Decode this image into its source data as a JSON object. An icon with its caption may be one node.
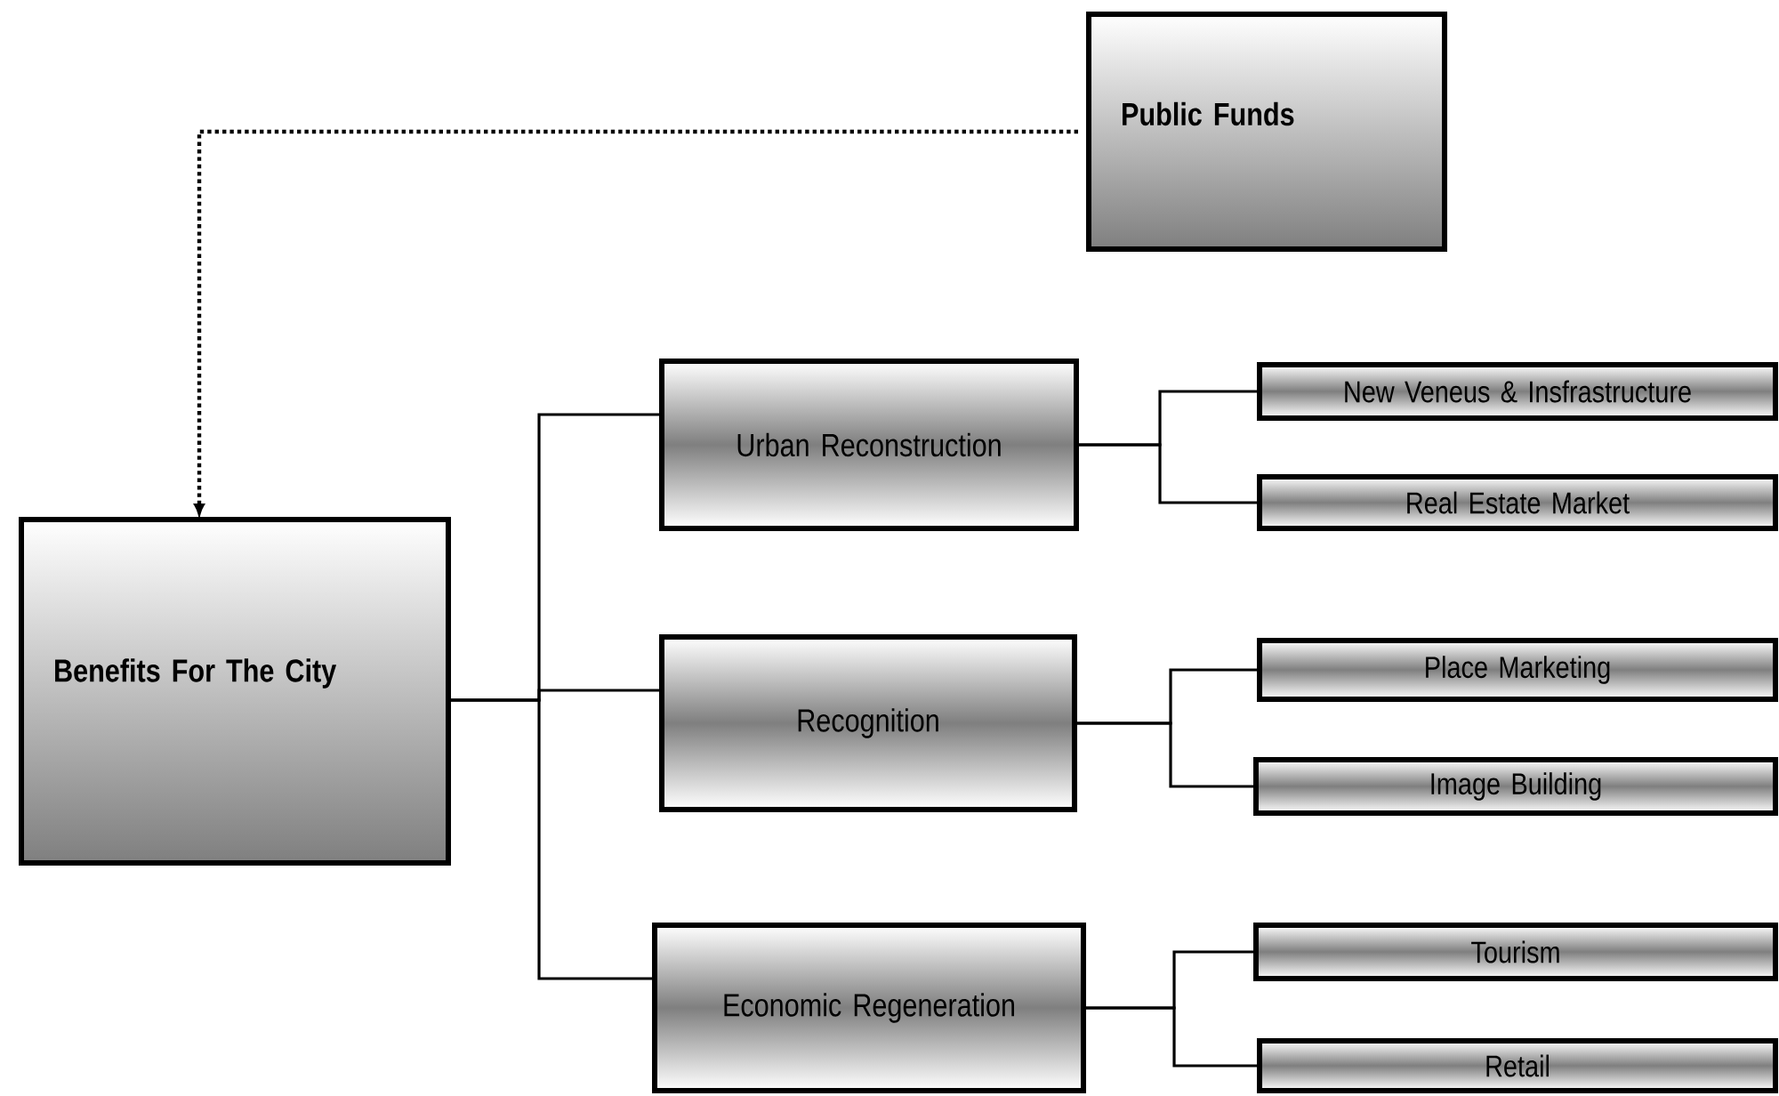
{
  "diagram": {
    "nodes": [
      {
        "text": [
          "Public Funds"
        ]
      },
      {
        "text": [
          "Benefits For The City"
        ]
      },
      {
        "text": [
          "Urban Reconstruction"
        ]
      },
      {
        "text": [
          "Recognition"
        ]
      },
      {
        "text": [
          "Economic Regeneration"
        ]
      },
      {
        "text": [
          "New Veneus & Insfrastructure"
        ]
      },
      {
        "text": [
          "Real Estate Market"
        ]
      },
      {
        "text": [
          "Place Marketing"
        ]
      },
      {
        "text": [
          "Image Building"
        ]
      },
      {
        "text": [
          "Tourism"
        ]
      },
      {
        "text": [
          "Retail"
        ]
      }
    ],
    "edges": [
      {
        "from": 0,
        "to": 1,
        "arrow": "to",
        "style": "dashed"
      },
      {
        "from": 1,
        "to": 2,
        "arrow": "none"
      },
      {
        "from": 1,
        "to": 3,
        "arrow": "none"
      },
      {
        "from": 1,
        "to": 4,
        "arrow": "none"
      },
      {
        "from": 2,
        "to": 5,
        "arrow": "none"
      },
      {
        "from": 2,
        "to": 6,
        "arrow": "none"
      },
      {
        "from": 3,
        "to": 7,
        "arrow": "none"
      },
      {
        "from": 3,
        "to": 8,
        "arrow": "none"
      },
      {
        "from": 4,
        "to": 9,
        "arrow": "none"
      },
      {
        "from": 4,
        "to": 10,
        "arrow": "none"
      }
    ]
  }
}
